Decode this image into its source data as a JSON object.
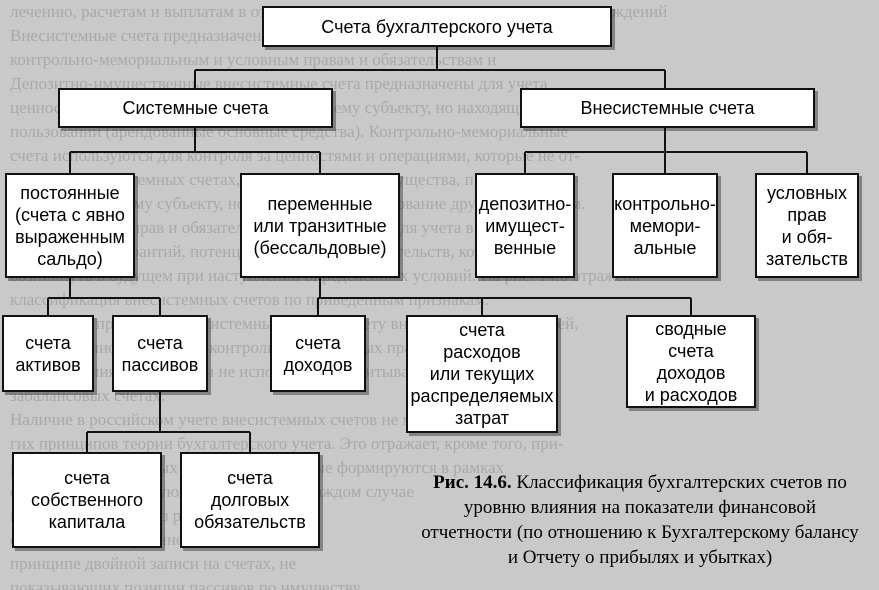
{
  "nodes": {
    "root": "Счета бухгалтерского учета",
    "systemic": "Системные счета",
    "offsystem": "Внесистемные счета",
    "permanent": "постоянные\n(счета с явно\nвыраженным\nсальдо)",
    "variable": "переменные\nили транзитные\n(бессальдовые)",
    "deposit": "депозитно-\nимущест-\nвенные",
    "control": "контрольно-\nмемори-\nальные",
    "conditional": "условных\nправ\nи обя-\nзательств",
    "assets": "счета\nактивов",
    "liabilities": "счета\nпассивов",
    "income": "счета\nдоходов",
    "expenses": "счета\nрасходов\nили текущих\nраспределяемых\nзатрат",
    "summary": "сводные\nсчета\nдоходов\nи расходов",
    "equity": "счета\nсобственного\nкапитала",
    "debt": "счета\nдолговых\nобязательств"
  },
  "caption": {
    "label": "Рис. 14.6.",
    "text": "Классификация бухгалтерских счетов по уровню влияния на показатели финансовой отчетности (по отношению к Бухгалтерскому балансу и Отчету о прибылях и убытках)"
  }
}
